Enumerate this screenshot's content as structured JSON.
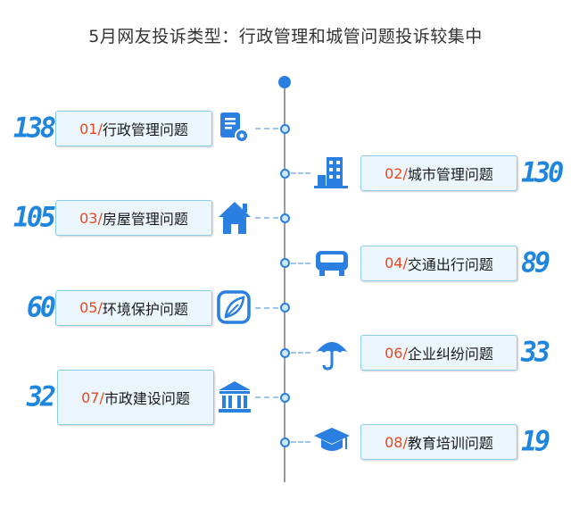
{
  "title": "5月网友投诉类型：行政管理和城管问题投诉较集中",
  "colors": {
    "accent": "#2a7fe0",
    "count": "#1f86dd",
    "category_number": "#e8471e",
    "label_bg": "#eaf6fc",
    "label_border": "#8ccbe8"
  },
  "chart_data": {
    "type": "bar",
    "categories": [
      "行政管理问题",
      "城市管理问题",
      "房屋管理问题",
      "交通出行问题",
      "环境保护问题",
      "企业纠纷问题",
      "市政建设问题",
      "教育培训问题"
    ],
    "values": [
      138,
      130,
      105,
      89,
      60,
      33,
      32,
      19
    ],
    "title": "5月网友投诉类型：行政管理和城管问题投诉较集中",
    "items": [
      {
        "no": "01/",
        "name": "行政管理问题",
        "value": "138",
        "icon": "document-gear-icon",
        "side": "left"
      },
      {
        "no": "02/",
        "name": "城市管理问题",
        "value": "130",
        "icon": "city-building-icon",
        "side": "right"
      },
      {
        "no": "03/",
        "name": "房屋管理问题",
        "value": "105",
        "icon": "house-icon",
        "side": "left"
      },
      {
        "no": "04/",
        "name": "交通出行问题",
        "value": "89",
        "icon": "bus-icon",
        "side": "right"
      },
      {
        "no": "05/",
        "name": "环境保护问题",
        "value": "60",
        "icon": "leaf-icon",
        "side": "left"
      },
      {
        "no": "06/",
        "name": "企业纠纷问题",
        "value": "33",
        "icon": "umbrella-icon",
        "side": "right"
      },
      {
        "no": "07/",
        "name": "市政建设问题",
        "value": "32",
        "icon": "government-building-icon",
        "side": "left"
      },
      {
        "no": "08/",
        "name": "教育培训问题",
        "value": "19",
        "icon": "graduation-cap-icon",
        "side": "right"
      }
    ]
  }
}
